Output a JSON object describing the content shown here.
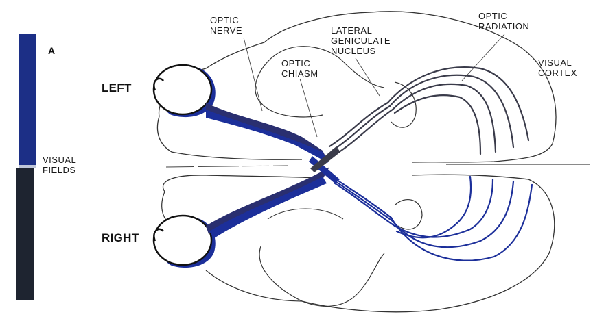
{
  "figure": {
    "panel_letter": "A",
    "legend_label": "VISUAL\nFIELDS",
    "left_label": "LEFT",
    "right_label": "RIGHT",
    "labels": {
      "optic_nerve": "OPTIC\nNERVE",
      "optic_chiasm": "OPTIC\nCHIASM",
      "lateral_geniculate_nucleus": "LATERAL\nGENICULATE\nNUCLEUS",
      "optic_radiation": "OPTIC\nRADIATION",
      "visual_cortex": "VISUAL\nCORTEX"
    },
    "colors": {
      "left_field": "#1c2f86",
      "right_field": "#1e2430",
      "blue_pathway": "#1c2f9a",
      "dark_pathway": "#3a3b4a",
      "outline": "#333333"
    }
  }
}
